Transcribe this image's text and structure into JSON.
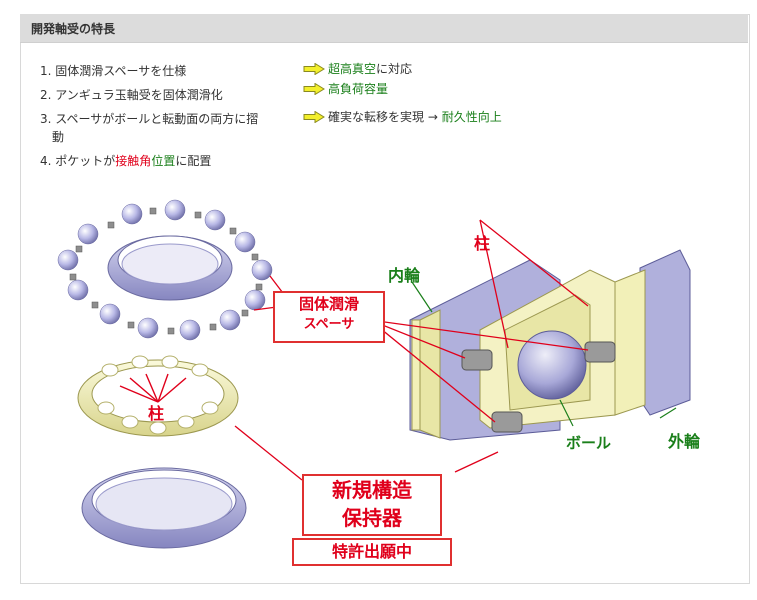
{
  "header": {
    "title": "開発軸受の特長"
  },
  "features": [
    {
      "num": "1.",
      "text": "固体潤滑スペーサを仕様"
    },
    {
      "num": "2.",
      "text": "アンギュラ玉軸受を固体潤滑化"
    },
    {
      "num": "3.",
      "text": "スペーサがボールと転動面の両方に摺",
      "text2": "動"
    },
    {
      "num": "4.",
      "pre": "ポケットが",
      "red": "接触角",
      "green": "位置",
      "post": "に配置"
    }
  ],
  "results": {
    "r1a": "超高真空",
    "r1b": "に対応",
    "r2": "高負荷容量",
    "r3pre": "確実な転移を実現 →",
    "r3green": "耐久性向上"
  },
  "figure": {
    "spacer_label_line1": "固体潤滑",
    "spacer_label_line2": "スペーサ",
    "pillar_label_left": "柱",
    "pillar_label_right": "柱",
    "inner_ring_label": "内輪",
    "outer_ring_label": "外輪",
    "ball_label": "ボール",
    "new_cage_line1": "新規構造",
    "new_cage_line2": "保持器",
    "patent_label": "特許出願中"
  },
  "colors": {
    "accent_red": "#e0001b",
    "accent_green": "#1a7f1a",
    "ring_purple": "#a3a3d6",
    "cage_yellow": "#f2f0b8",
    "spacer_gray": "#9a9a9a"
  }
}
